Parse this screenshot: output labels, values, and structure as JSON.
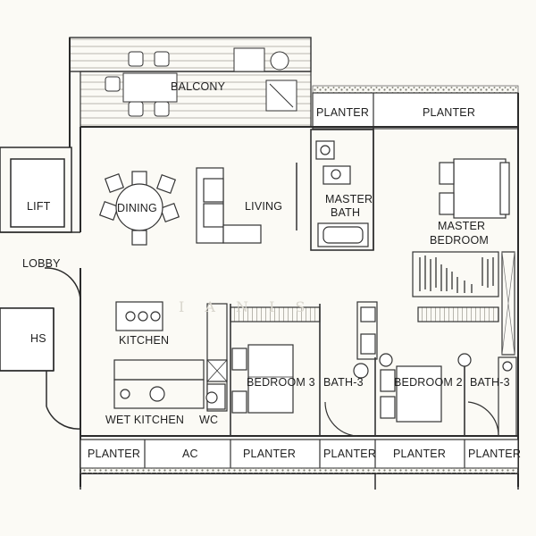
{
  "floor_plan": {
    "watermark": "I A N I S",
    "labels": {
      "balcony": "BALCONY",
      "planter_top_left": "PLANTER",
      "planter_top_right": "PLANTER",
      "lift": "LIFT",
      "dining": "DINING",
      "living": "LIVING",
      "master_bath_line1": "MASTER",
      "master_bath_line2": "BATH",
      "master_bedroom_line1": "MASTER",
      "master_bedroom_line2": "BEDROOM",
      "lobby": "LOBBY",
      "hs": "HS",
      "kitchen": "KITCHEN",
      "bedroom3": "BEDROOM 3",
      "bath3_left": "BATH-3",
      "bedroom2": "BEDROOM 2",
      "bath3_right": "BATH-3",
      "wet_kitchen": "WET KITCHEN",
      "wc": "WC",
      "planter_b1": "PLANTER",
      "ac": "AC",
      "planter_b2": "PLANTER",
      "planter_b3": "PLANTER",
      "planter_b4": "PLANTER",
      "planter_b5": "PLANTER"
    }
  }
}
